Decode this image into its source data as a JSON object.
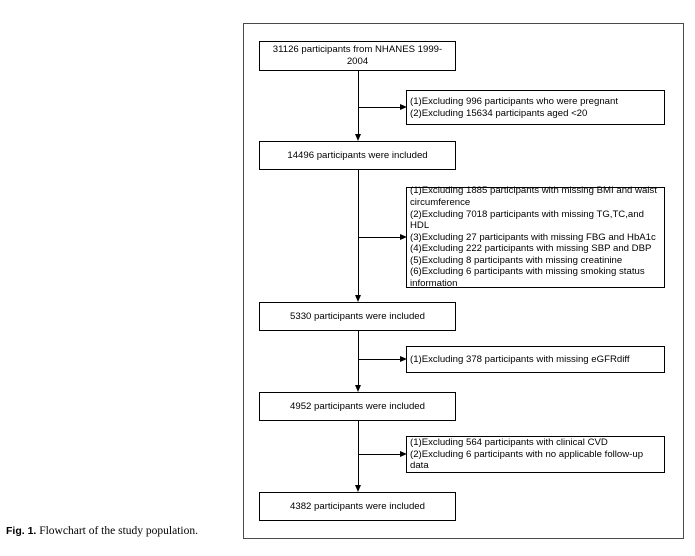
{
  "caption": {
    "label": "Fig. 1.",
    "text": "Flowchart of the study population."
  },
  "flowchart": {
    "main_boxes": [
      "31126 participants from NHANES 1999-2004",
      "14496 participants were included",
      "5330 participants were included",
      "4952 participants were included",
      "4382 participants were included"
    ],
    "exclusions": [
      [
        "(1)Excluding 996 participants who were pregnant",
        "(2)Excluding 15634 participants aged <20"
      ],
      [
        "(1)Excluding 1885 participants with missing BMI and waist circumference",
        "(2)Excluding 7018 participants with missing TG,TC,and HDL",
        "(3)Excluding 27 participants with missing FBG and HbA1c",
        "(4)Excluding 222 participants with missing SBP and DBP",
        "(5)Excluding 8 participants with missing creatinine",
        "(6)Excluding 6 participants with missing smoking status information"
      ],
      [
        "(1)Excluding 378 participants with missing eGFRdiff"
      ],
      [
        "(1)Excluding 564 participants with clinical CVD",
        "(2)Excluding 6 participants with no applicable follow-up data"
      ]
    ]
  }
}
